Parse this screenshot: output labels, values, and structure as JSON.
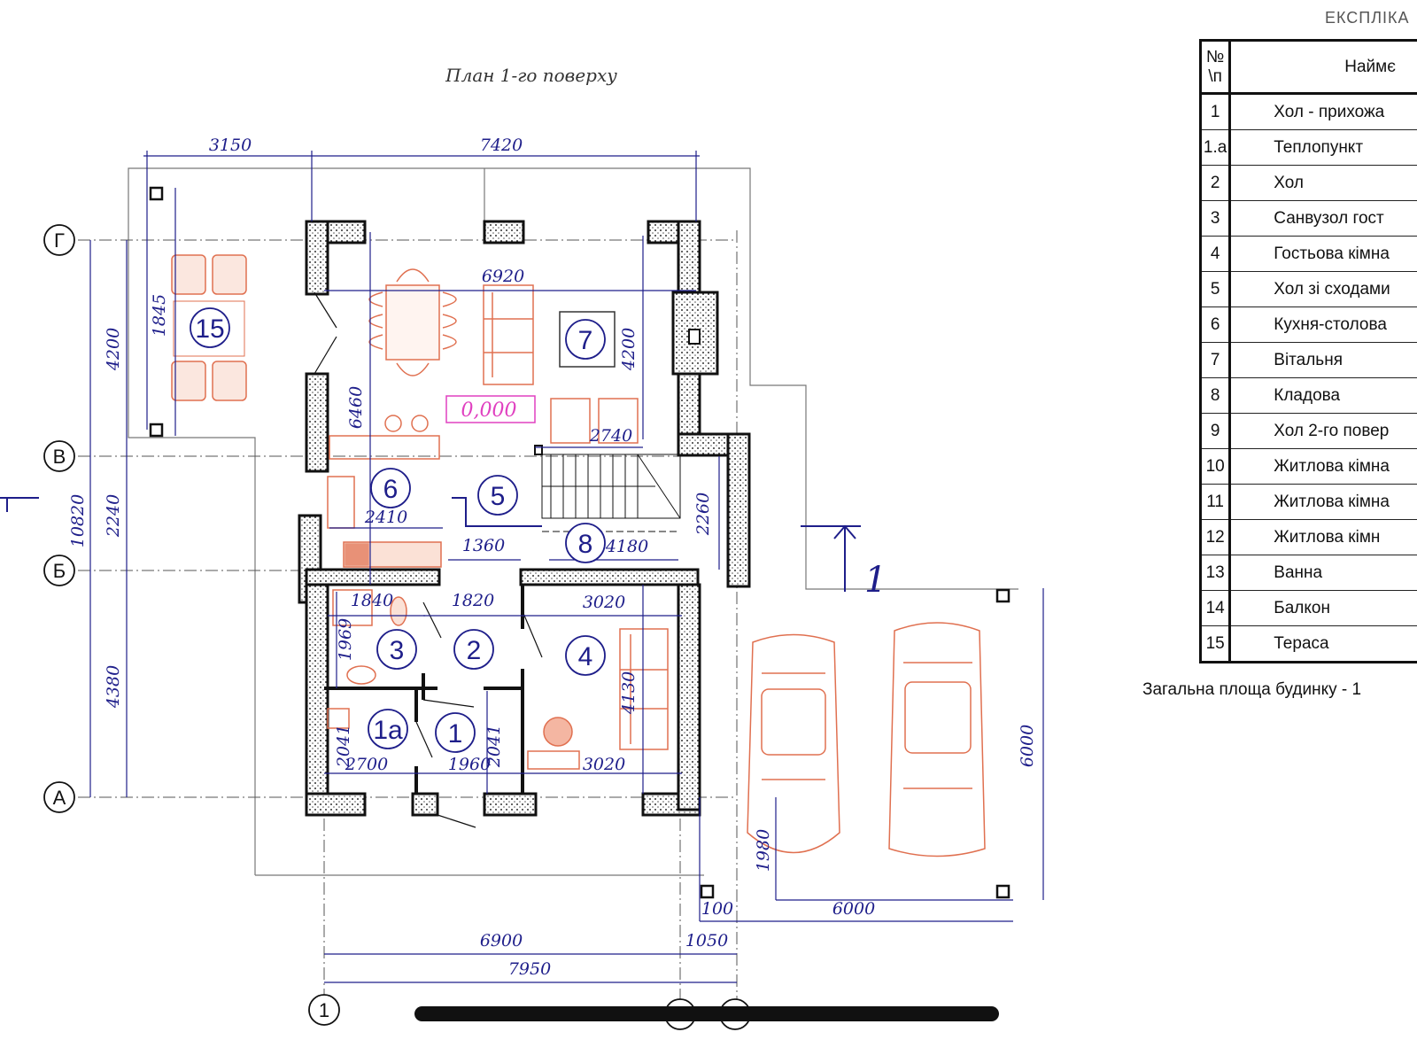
{
  "plan": {
    "title": "План 1-го поверху",
    "level_mark": "0,000",
    "section_mark": "1",
    "axes": {
      "letters": [
        "Г",
        "В",
        "Б",
        "А"
      ],
      "numbers": [
        "1",
        "2",
        "3"
      ]
    },
    "rooms": [
      "15",
      "7",
      "6",
      "5",
      "8",
      "3",
      "2",
      "4",
      "1а",
      "1"
    ],
    "dimensions": {
      "top_left": "3150",
      "top_right": "7420",
      "left_total": "10820",
      "left_g_v": "4200",
      "left_v_b": "2240",
      "left_b_a": "4380",
      "terrace_depth": "1845",
      "living_width": "6920",
      "living_depth": "4200",
      "kitchen_depth": "6460",
      "stair_width": "2740",
      "stair_depth": "2260",
      "kitchen_width": "2410",
      "hall_width": "1360",
      "pantry_width": "4180",
      "wc_width": "1840",
      "hall2_width": "1820",
      "guest_width": "3020",
      "wc_depth": "1969",
      "guest_depth": "4130",
      "boiler_depth": "2041",
      "boiler_width": "2700",
      "entry_width": "1960",
      "entry_depth": "2041",
      "guest_bottom": "3020",
      "bottom_main": "6900",
      "bottom_side": "1050",
      "bottom_total": "7950",
      "parking_offset": "100",
      "parking_width": "6000",
      "parking_depth": "6000",
      "car_gap": "1980"
    }
  },
  "explication": {
    "title": "ЕКСПЛІКА",
    "headers": {
      "number": "№\\п",
      "name": "Наймє"
    },
    "rows": [
      {
        "no": "1",
        "name": "Хол - прихожа"
      },
      {
        "no": "1.а",
        "name": "Теплопункт"
      },
      {
        "no": "2",
        "name": "Хол"
      },
      {
        "no": "3",
        "name": "Санвузол гост"
      },
      {
        "no": "4",
        "name": "Гостьова кімна"
      },
      {
        "no": "5",
        "name": "Хол зі сходами"
      },
      {
        "no": "6",
        "name": "Кухня-столова"
      },
      {
        "no": "7",
        "name": "Вітальня"
      },
      {
        "no": "8",
        "name": "Кладова"
      },
      {
        "no": "9",
        "name": "Хол 2-го повер"
      },
      {
        "no": "10",
        "name": "Житлова кімна"
      },
      {
        "no": "11",
        "name": "Житлова кімна"
      },
      {
        "no": "12",
        "name": "Житлова кімн"
      },
      {
        "no": "13",
        "name": "Ванна"
      },
      {
        "no": "14",
        "name": "Балкон"
      },
      {
        "no": "15",
        "name": "Тераса"
      }
    ],
    "total_area": "Загальна площа будинку - 1"
  },
  "colors": {
    "dimension": "#1e1e8a",
    "furniture": "#e07050",
    "wall": "#111111",
    "level_mark": "#e040c0"
  }
}
